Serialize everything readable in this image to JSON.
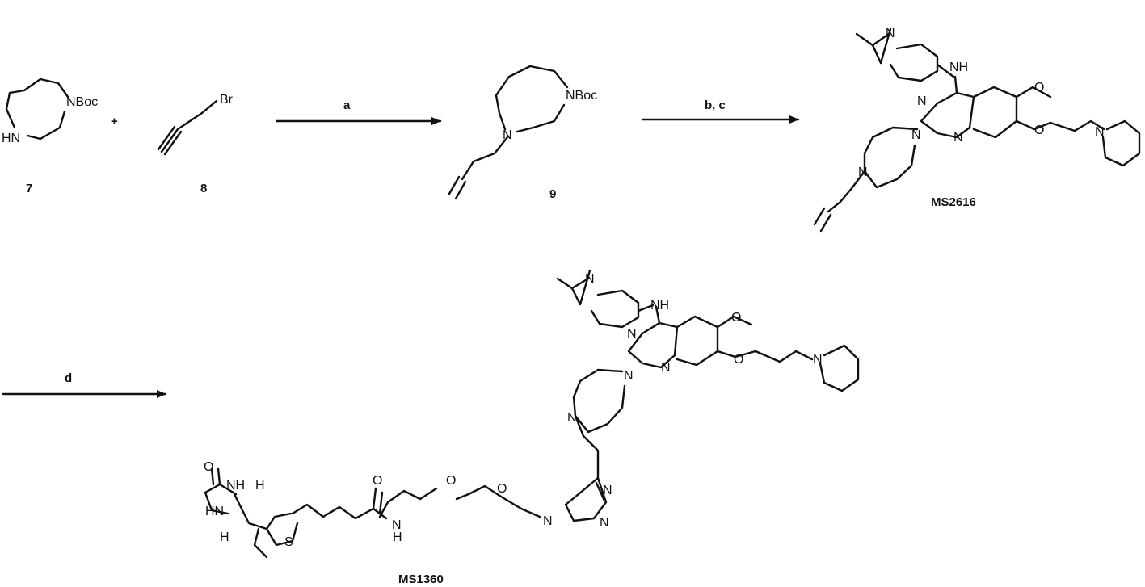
{
  "compounds": {
    "c7": "7",
    "c8": "8",
    "c9": "9",
    "ms2616": "MS2616",
    "ms1360": "MS1360"
  },
  "plus": "+",
  "conditions": {
    "a": "a",
    "bc": "b, c",
    "d": "d"
  },
  "atoms": {
    "NBoc": "NBoc",
    "HN": "HN",
    "Br": "Br",
    "N": "N",
    "NH": "NH",
    "O": "O",
    "S": "S",
    "H": "H",
    "HN_amide": "H",
    "N_amide": "N"
  }
}
